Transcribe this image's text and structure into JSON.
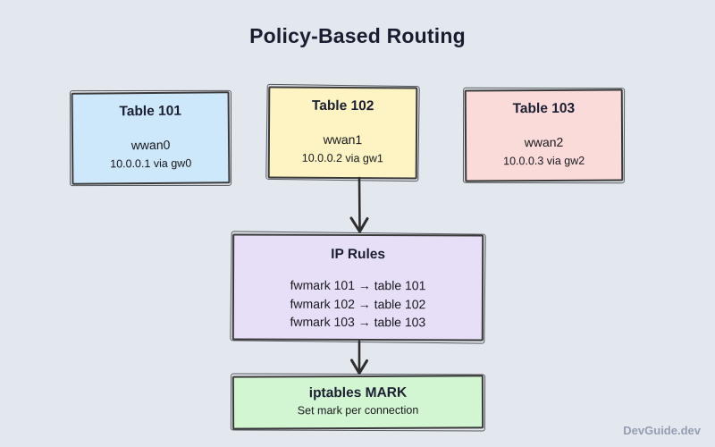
{
  "page": {
    "title": "Policy-Based Routing",
    "watermark": "DevGuide.dev"
  },
  "colors": {
    "background": "#e3e8ef",
    "box_border": "#3a3a3a",
    "table_101_fill": "#cde8fb",
    "table_102_fill": "#fdf3c3",
    "table_103_fill": "#fbdada",
    "ip_rules_fill": "#e7def7",
    "iptables_fill": "#d2f5d2",
    "title_text": "#191d2f",
    "watermark_text": "#949eb0",
    "arrow": "#2e2e2e"
  },
  "diagram": {
    "tables": [
      {
        "title": "Table 101",
        "interface": "wwan0",
        "route": "10.0.0.1 via gw0"
      },
      {
        "title": "Table 102",
        "interface": "wwan1",
        "route": "10.0.0.2 via gw1"
      },
      {
        "title": "Table 103",
        "interface": "wwan2",
        "route": "10.0.0.3 via gw2"
      }
    ],
    "ip_rules": {
      "title": "IP Rules",
      "rules": [
        "fwmark 101 → table 101",
        "fwmark 102 → table 102",
        "fwmark 103 → table 103"
      ]
    },
    "iptables": {
      "title": "iptables MARK",
      "subtitle": "Set mark per connection"
    }
  }
}
